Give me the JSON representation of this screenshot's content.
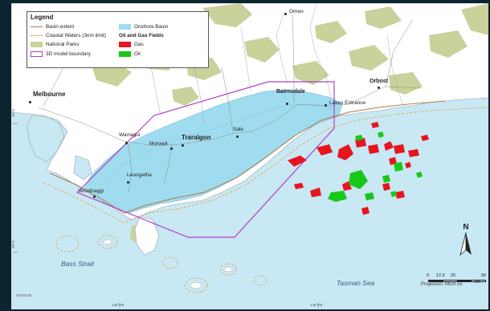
{
  "legend": {
    "title": "Legend",
    "items": [
      {
        "label": "Basin extent",
        "symbol": "line",
        "color": "#b07a4a"
      },
      {
        "label": "Coastal Waters (3nm limit)",
        "symbol": "dashed-line",
        "color": "#e0a040"
      },
      {
        "label": "National Parks",
        "symbol": "fill",
        "color": "#c8d29a"
      },
      {
        "label": "3D model boundary",
        "symbol": "outline",
        "color": "#b040c8"
      },
      {
        "label": "Onshore Basin",
        "symbol": "fill",
        "color": "#9fdcef"
      },
      {
        "label": "Oil and Gas Fields",
        "symbol": "heading",
        "color": ""
      },
      {
        "label": "Gas",
        "symbol": "fill",
        "color": "#e8141e"
      },
      {
        "label": "Oil",
        "symbol": "fill",
        "color": "#18c818"
      }
    ]
  },
  "places": {
    "omeo": "Omeo",
    "melbourne": "Melbourne",
    "bairnsdale": "Bairnsdale",
    "orbost": "Orbost",
    "lakes_entrance": "Lakes Entrance",
    "sale": "Sale",
    "traralgon": "Traralgon",
    "morwell": "Morwell",
    "warragul": "Warragul",
    "leongatha": "Leongatha",
    "wonthaggi": "Wonthaggi"
  },
  "seas": {
    "bass_strait": "Bass Strait",
    "tasman_sea": "Tasman Sea"
  },
  "axis_ticks": {
    "lat_top": "38°S",
    "lat_bottom": "39°S",
    "lon_left": "146°0'E",
    "lon_right": "148°0'E"
  },
  "north_arrow": {
    "label": "N"
  },
  "scale_bar": {
    "labels": [
      "0",
      "12.5",
      "25",
      "50"
    ],
    "unit": "km"
  },
  "projection": "Projection: MGA 55",
  "figure_code": "G2V0108",
  "colors": {
    "land": "#ffffff",
    "sea": "#c8e8f4",
    "onshore_basin": "#9fdcef",
    "national_parks": "#c8d29a",
    "model_boundary": "#b040c8",
    "gas": "#e8141e",
    "oil": "#18c818",
    "basin_extent": "#b07a4a",
    "coastal_waters": "#e0a040"
  }
}
